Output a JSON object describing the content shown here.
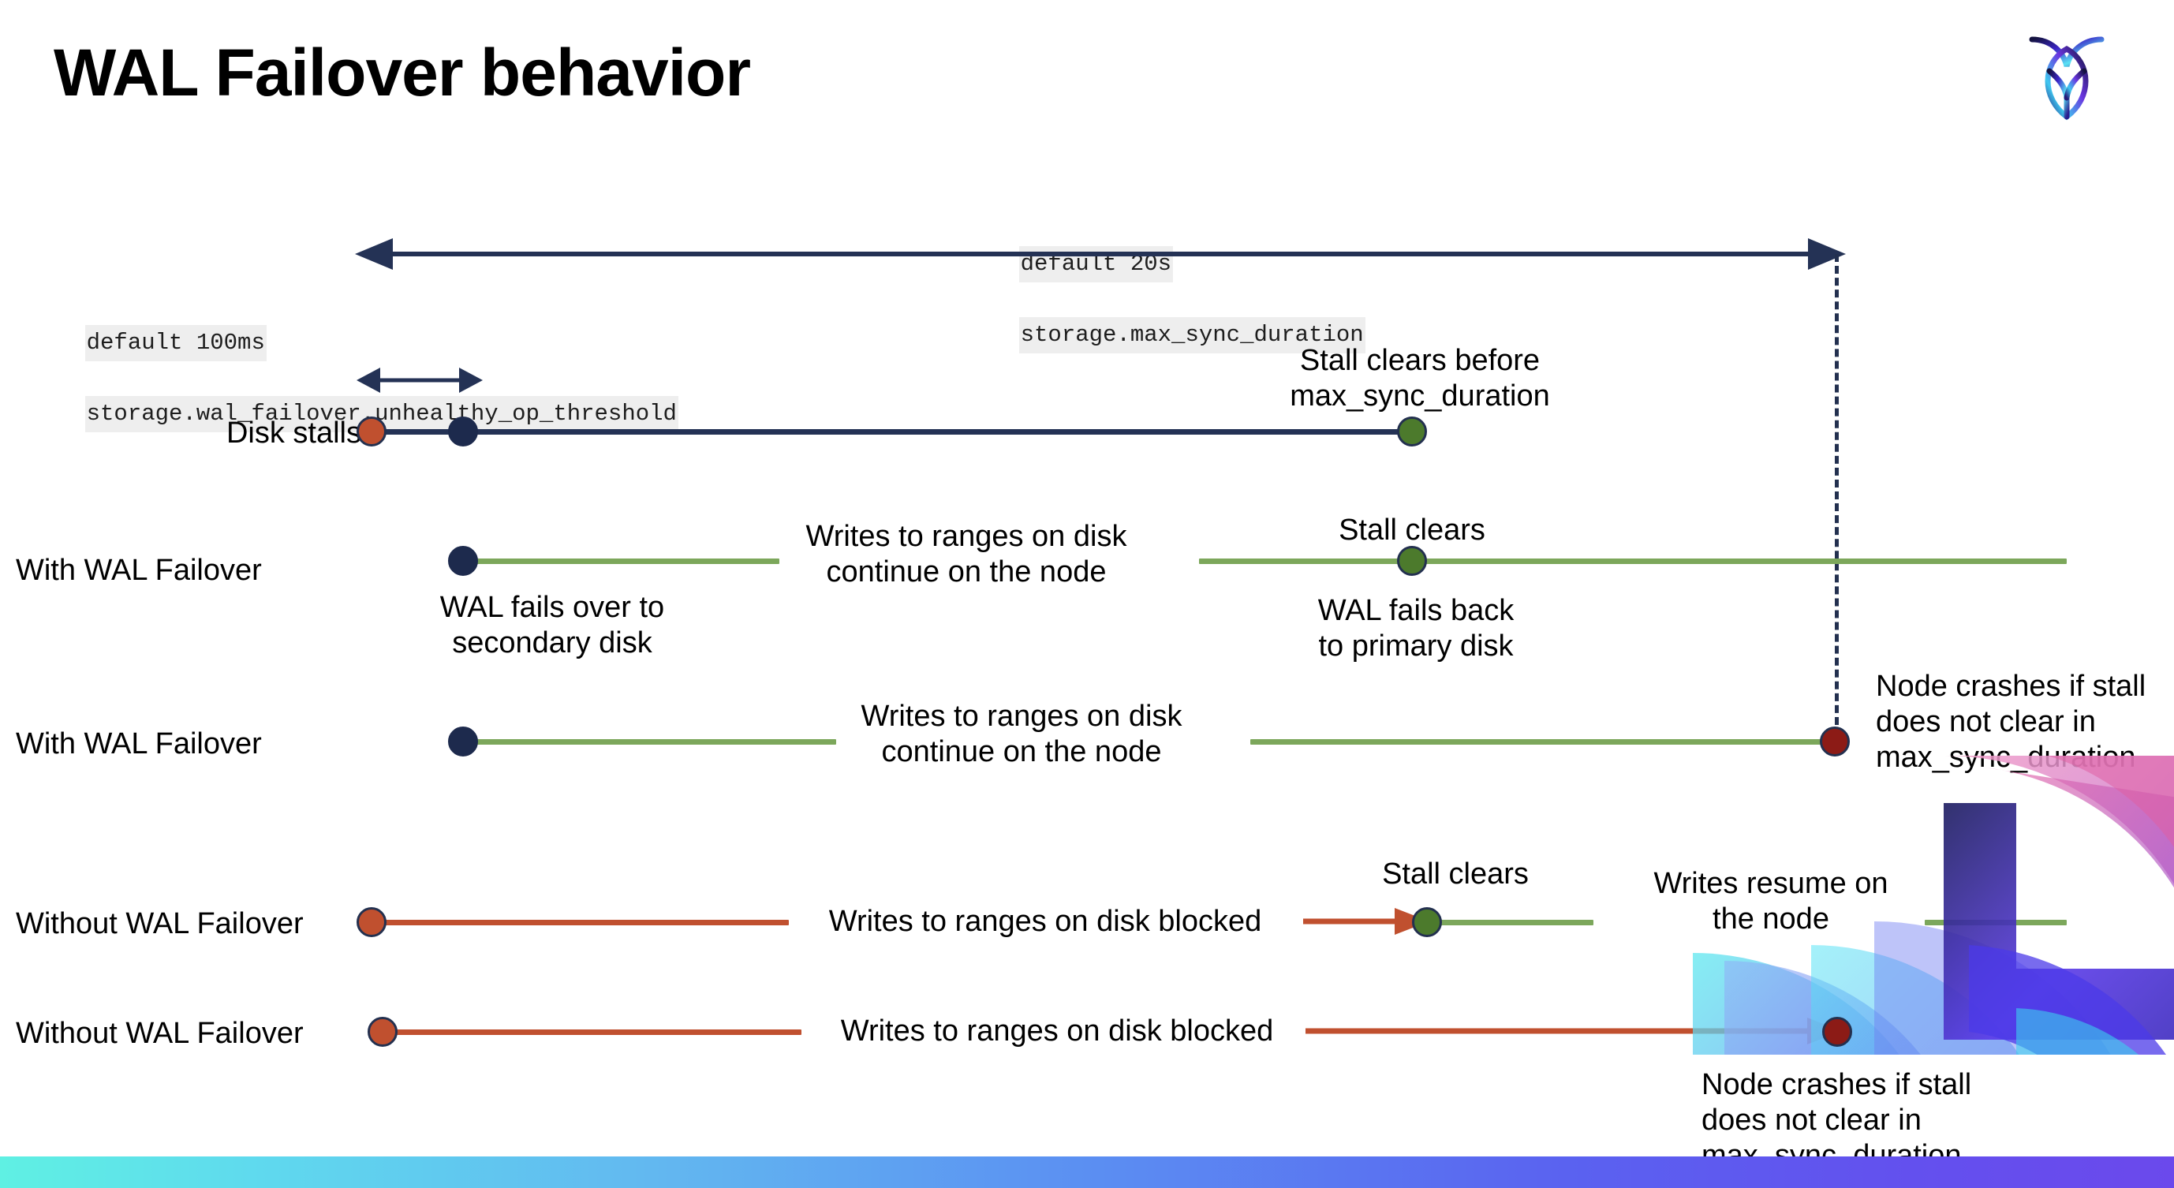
{
  "slide": {
    "title": "WAL Failover behavior",
    "logo_name": "cockroachdb-logo"
  },
  "params": {
    "top": {
      "line1": "default 20s",
      "line2": "storage.max_sync_duration"
    },
    "left": {
      "line1": "default 100ms",
      "line2": "storage.wal_failover.unhealthy_op_threshold"
    }
  },
  "rows": [
    {
      "label": "Disk stalls",
      "annotation": "Stall clears before\nmax_sync_duration"
    },
    {
      "label": "With WAL Failover",
      "note_mid": "Writes to ranges on disk\ncontinue on the node",
      "note_below_left": "WAL fails over to\nsecondary disk",
      "note_top_right": "Stall clears",
      "note_below_right": "WAL fails  back\nto primary disk"
    },
    {
      "label": "With WAL Failover",
      "note_mid": "Writes to ranges on disk\ncontinue on the node",
      "note_right": "Node crashes if stall\ndoes not clear in\nmax_sync_duration"
    },
    {
      "label": "Without WAL Failover",
      "note_mid": "Writes to ranges on disk  blocked",
      "note_top_right": "Stall clears",
      "note_far_right": "Writes resume on\nthe node"
    },
    {
      "label": "Without WAL Failover",
      "note_mid": "Writes to ranges on disk  blocked",
      "note_callout": "Node crashes if stall\ndoes not clear in\nmax_sync_duration"
    }
  ],
  "colors": {
    "navy": "#243255",
    "green_line": "#7CA75B",
    "red_line": "#C0502F",
    "dot_orange": "#C0502F",
    "dot_green": "#4C7A2C",
    "dot_navy": "#1d2a4d",
    "dot_darkred": "#8C1B16",
    "code_bg": "#EEEEEE",
    "bar_gradient_start": "#5FF0E3",
    "bar_gradient_end": "#6B49EC"
  },
  "icons": {
    "arrow_left": "arrow-left-icon",
    "arrow_right": "arrow-right-icon",
    "dashed_connector": "dashed-vertical-connector-icon"
  }
}
